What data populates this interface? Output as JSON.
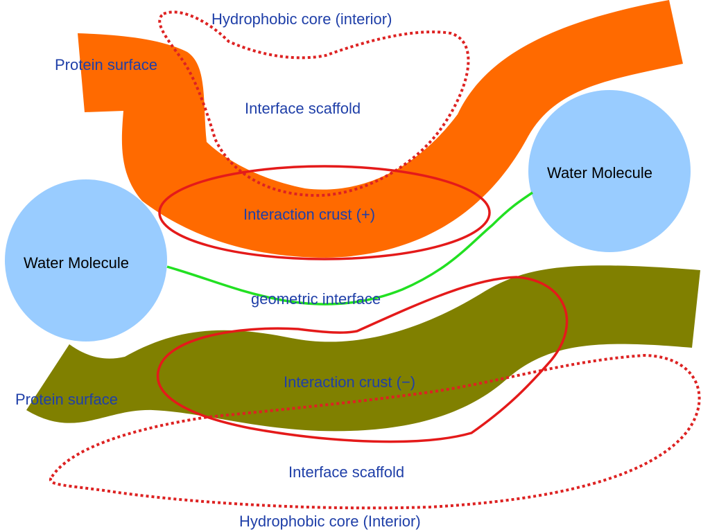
{
  "colors": {
    "upper_band": "#ff6a00",
    "lower_band": "#808000",
    "water": "#99ccff",
    "dotted_outline": "#dd2222",
    "crust_outline": "#e41a1a",
    "interface_line": "#22e022",
    "label_text": "#1f3fa8",
    "water_text": "#000000"
  },
  "upper": {
    "core_label": "Hydrophobic core (interior)",
    "surface_label": "Protein surface",
    "scaffold_label": "Interface scaffold",
    "crust_label": "Interaction crust (+)"
  },
  "lower": {
    "core_label": "Hydrophobic core (Interior)",
    "surface_label": "Protein surface",
    "scaffold_label": "Interface scaffold",
    "crust_label": "Interaction crust (−)"
  },
  "water": {
    "left_label": "Water Molecule",
    "right_label": "Water Molecule"
  },
  "interface_label": "geometric interface"
}
